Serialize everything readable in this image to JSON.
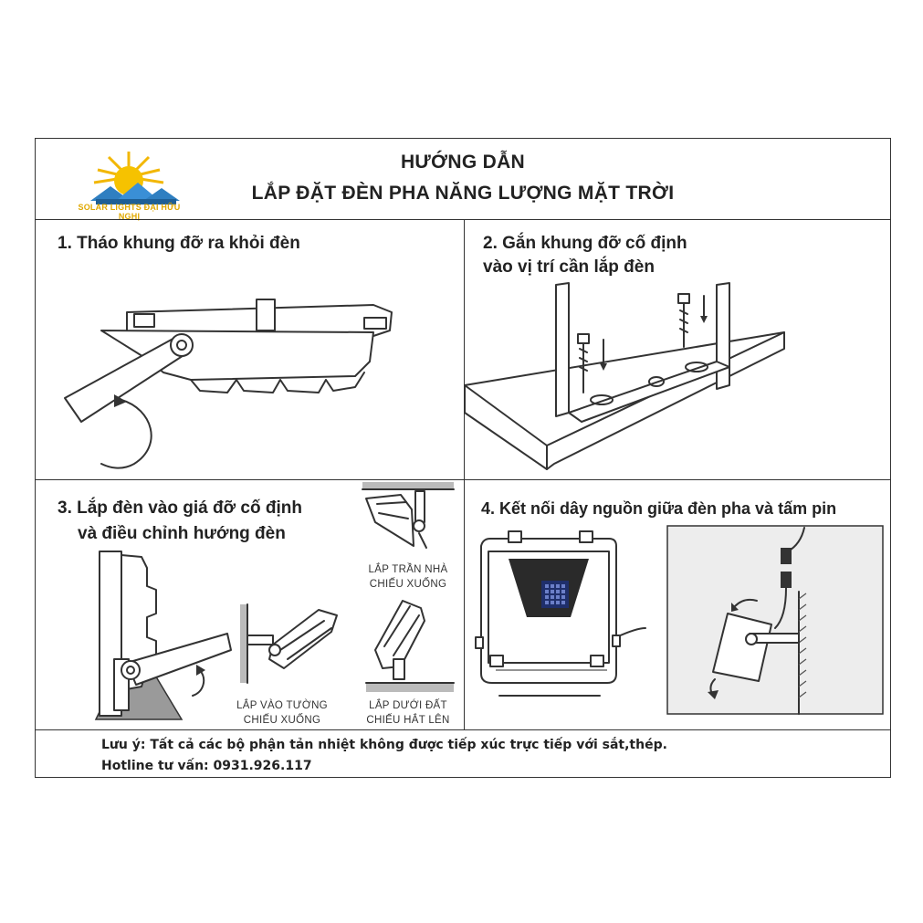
{
  "header": {
    "title_line1": "HƯỚNG DẪN",
    "title_line2": "LẮP ĐẶT ĐÈN PHA NĂNG LƯỢNG MẶT TRỜI",
    "logo_text": "SOLAR LIGHTS ĐẠI HỮU NGHỊ"
  },
  "steps": {
    "step1": "1. Tháo khung đỡ ra khỏi đèn",
    "step2_line1": "2. Gắn khung đỡ cố định",
    "step2_line2": "vào vị trí cần lắp đèn",
    "step3_line1": "3. Lắp đèn vào giá đỡ cố định",
    "step3_line2": "và điều chỉnh hướng đèn",
    "step4": "4. Kết nối dây nguồn giữa đèn pha và tấm pin"
  },
  "captions": {
    "ceiling_line1": "LẮP TRẦN NHÀ",
    "ceiling_line2": "CHIẾU XUỐNG",
    "wall_line1": "LẮP VÀO TƯỜNG",
    "wall_line2": "CHIẾU XUỐNG",
    "ground_line1": "LẮP DƯỚI ĐẤT",
    "ground_line2": "CHIẾU HẮT LÊN"
  },
  "footer": {
    "note": "Lưu ý:  Tất cả các bộ phận tản nhiệt không được tiếp xúc trực tiếp với sắt,thép.",
    "hotline": "Hotline tư vấn: 0931.926.117"
  }
}
